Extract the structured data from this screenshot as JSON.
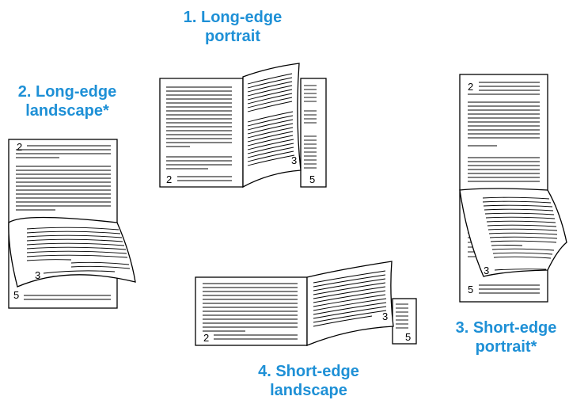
{
  "colors": {
    "title": "#1e90d6",
    "stroke": "#000000",
    "paper": "#ffffff"
  },
  "options": [
    {
      "title_line1": "1. Long-edge",
      "title_line2": "portrait",
      "left_page": "2",
      "curl_page": "3",
      "back_page": "5"
    },
    {
      "title_line1": "2. Long-edge",
      "title_line2": "landscape*",
      "top_page": "2",
      "curl_page": "3",
      "back_page": "5"
    },
    {
      "title_line1": "3. Short-edge",
      "title_line2": "portrait*",
      "top_page": "2",
      "curl_page": "3",
      "back_page": "5"
    },
    {
      "title_line1": "4. Short-edge",
      "title_line2": "landscape",
      "left_page": "2",
      "curl_page": "3",
      "back_page": "5"
    }
  ]
}
